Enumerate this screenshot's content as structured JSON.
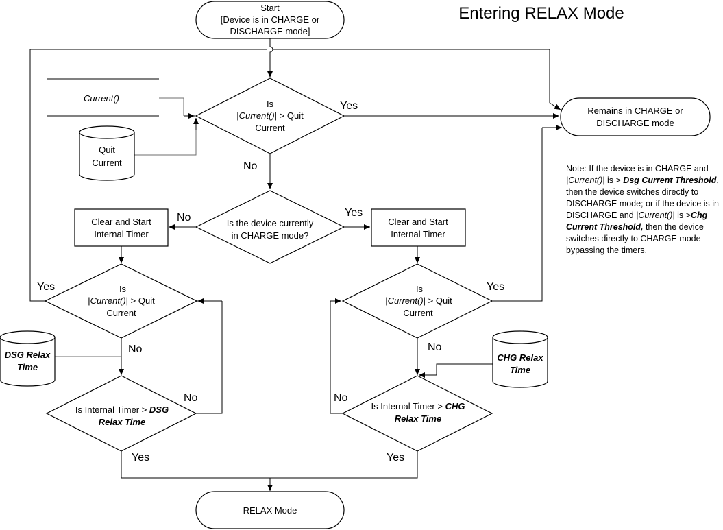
{
  "title": "Entering RELAX Mode",
  "start": {
    "line1": "Start",
    "line2": "[Device is in CHARGE or",
    "line3": "DISCHARGE mode]"
  },
  "current_input": "Current()",
  "quit_current_db": {
    "line1": "Quit",
    "line2": "Current"
  },
  "decision_top": {
    "line1": "Is",
    "line2_pre": "|",
    "line2_it": "Current()",
    "line2_post": "| > Quit",
    "line3": "Current"
  },
  "remains": {
    "line1": "Remains in CHARGE or",
    "line2": "DISCHARGE mode"
  },
  "decision_mode": {
    "line1": "Is the device currently",
    "line2": "in CHARGE mode?"
  },
  "left_timer": {
    "line1": "Clear and Start",
    "line2": "Internal Timer"
  },
  "right_timer": {
    "line1": "Clear and Start",
    "line2": "Internal Timer"
  },
  "left_decision": {
    "line1": "Is",
    "line2_pre": "|",
    "line2_it": "Current()",
    "line2_post": "| > Quit",
    "line3": "Current"
  },
  "right_decision": {
    "line1": "Is",
    "line2_pre": "|",
    "line2_it": "Current()",
    "line2_post": "| > Quit",
    "line3": "Current"
  },
  "dsg_db": {
    "line1": "DSG Relax",
    "line2": "Time"
  },
  "chg_db": {
    "line1": "CHG Relax",
    "line2": "Time"
  },
  "left_timer_decision": {
    "line1_pre": "Is Internal Timer  > ",
    "line1_bi": "DSG",
    "line2": "Relax Time"
  },
  "right_timer_decision": {
    "line1_pre": "Is Internal Timer > ",
    "line1_bi": "CHG",
    "line2": "Relax Time"
  },
  "relax_mode": "RELAX Mode",
  "labels": {
    "yes": "Yes",
    "no": "No"
  },
  "note": {
    "p1": "Note: If the device is in CHARGE and ",
    "p2_it": "|Current()|",
    "p3": " is > ",
    "p4_bi": "Dsg Current Threshold",
    "p5": ",  then the device switches directly to DISCHARGE mode; or if the device is in DISCHARGE and ",
    "p6_it": "|Current()|",
    "p7": " is >",
    "p8_bi": "Chg Current Threshold,",
    "p9": " then the device switches directly to CHARGE mode bypassing the timers."
  }
}
